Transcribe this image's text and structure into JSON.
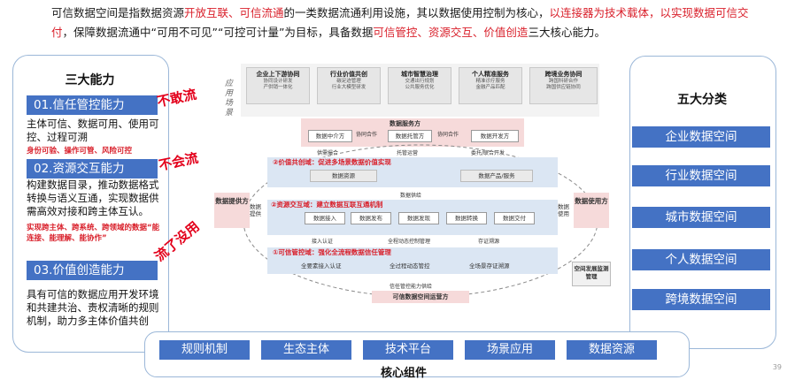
{
  "intro": {
    "segments": [
      {
        "text": "可信数据空间是指数据资源",
        "red": false
      },
      {
        "text": "开放互联、可信流通",
        "red": true
      },
      {
        "text": "的一类数据流通利用设施，其以数据使用控制为核心，",
        "red": false
      },
      {
        "text": "以连接器为技术载体，以实现数据可信交付",
        "red": true
      },
      {
        "text": "，保障数据流通中“可用不可见”“可控可计量”为目标，具备数据",
        "red": false
      },
      {
        "text": "可信管控、资源交互、价值创造",
        "red": true
      },
      {
        "text": "三大核心能力。",
        "red": false
      }
    ]
  },
  "left_panel": {
    "title": "三大能力",
    "capabilities": [
      {
        "label": "01.信任管控能力",
        "body": "主体可信、数据可用、使用可控、过程可溯",
        "note": "身份可验、操作可管、风险可控"
      },
      {
        "label": "02.资源交互能力",
        "body": "构建数据目录，推动数据格式转换与语义互通，实现数据供需高效对接和跨主体互认。",
        "note": "实现跨主体、跨系统、跨领域的数据“能连接、能理解、能协作”"
      },
      {
        "label": "03.价值创造能力",
        "body": "具有可信的数据应用开发环境和共建共治、责权清晰的规则机制，助力多主体价值共创",
        "note": ""
      }
    ]
  },
  "stamps": [
    "不敢流",
    "不会流",
    "流了没用"
  ],
  "right_panel": {
    "title": "五大分类",
    "categories": [
      "企业数据空间",
      "行业数据空间",
      "城市数据空间",
      "个人数据空间",
      "跨境数据空间"
    ]
  },
  "components": {
    "title": "核心组件",
    "items": [
      "规则机制",
      "生态主体",
      "技术平台",
      "场景应用",
      "数据资源"
    ]
  },
  "diagram": {
    "scene_label": "应用场景",
    "scenes": [
      {
        "title": "企业上下游协同",
        "sub1": "协同设计研发",
        "sub2": "产供销一体化"
      },
      {
        "title": "行业价值共创",
        "sub1": "碳足迹管理",
        "sub2": "行业大模型研发"
      },
      {
        "title": "城市智慧治理",
        "sub1": "交通出行规划",
        "sub2": "公共服务优化"
      },
      {
        "title": "个人精准服务",
        "sub1": "精准诊疗服务",
        "sub2": "金融产品匹配"
      },
      {
        "title": "跨境业务协同",
        "sub1": "跨国科研合作",
        "sub2": "跨国供应链协同"
      }
    ],
    "service_title": "数据服务方",
    "service_items": [
      "数据中介方",
      "协同合作",
      "数据托管方",
      "协同合作",
      "数据开发方"
    ],
    "service_under": [
      "供需撮合",
      "托管运营",
      "委托/联合开发"
    ],
    "value_section": "②价值共创域：促进多场景数据价值实现",
    "value_boxes": [
      "数据资源",
      "数据产品/服务"
    ],
    "value_under": "数据供给",
    "exchange_section": "②资源交互域：建立数据互联互通机制",
    "exchange_flow": [
      "数据接入",
      "数据发布",
      "数据发现",
      "数据转换",
      "数据交付"
    ],
    "exchange_under": [
      "接入认证",
      "全程动态控制管理",
      "存证溯源"
    ],
    "trust_section": "①可信管控域：强化全流程数据信任管理",
    "trust_items": [
      "全要素接入认证",
      "全过程动态管控",
      "全场景存证溯源"
    ],
    "trust_supply": "信任管控能力供给",
    "operator": "可信数据空间运营方",
    "provider": "数据提供方",
    "provider_flow": "数据提供",
    "user": "数据使用方",
    "user_flow": "数据使用",
    "monitor": "空间发展监测管理"
  },
  "page_number": "39"
}
